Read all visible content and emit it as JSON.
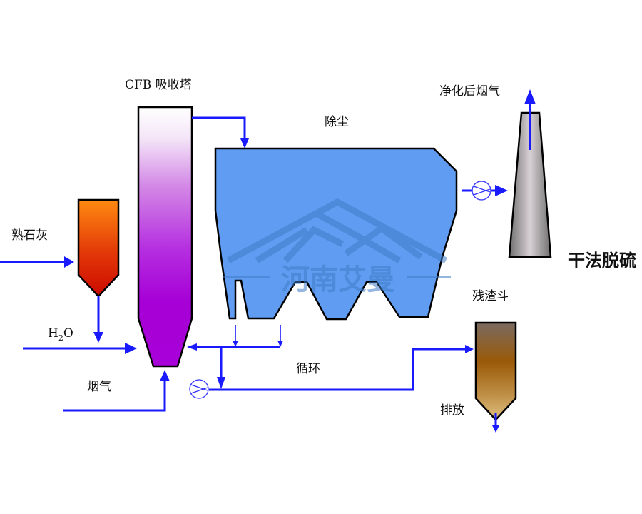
{
  "diagram": {
    "title": "干法脱硫",
    "watermark": "河南艾曼",
    "labels": {
      "absorber": "CFB 吸收塔",
      "dust_removal": "除尘",
      "clean_flue_gas": "净化后烟气",
      "quicklime": "熟石灰",
      "water": "H",
      "water_sub": "2",
      "water_o": "O",
      "flue_gas": "烟气",
      "circulation": "循环",
      "slag_hopper": "残渣斗",
      "discharge": "排放"
    },
    "colors": {
      "pipe": "#1a1aff",
      "dust_collector": "#5f9cf2",
      "absorber_top": "#ffffff",
      "absorber_bottom": "#a800d8",
      "lime_top": "#ff8a10",
      "lime_bottom": "#d01000",
      "stack": "#909090",
      "slag_mid": "#9a5a08"
    }
  }
}
